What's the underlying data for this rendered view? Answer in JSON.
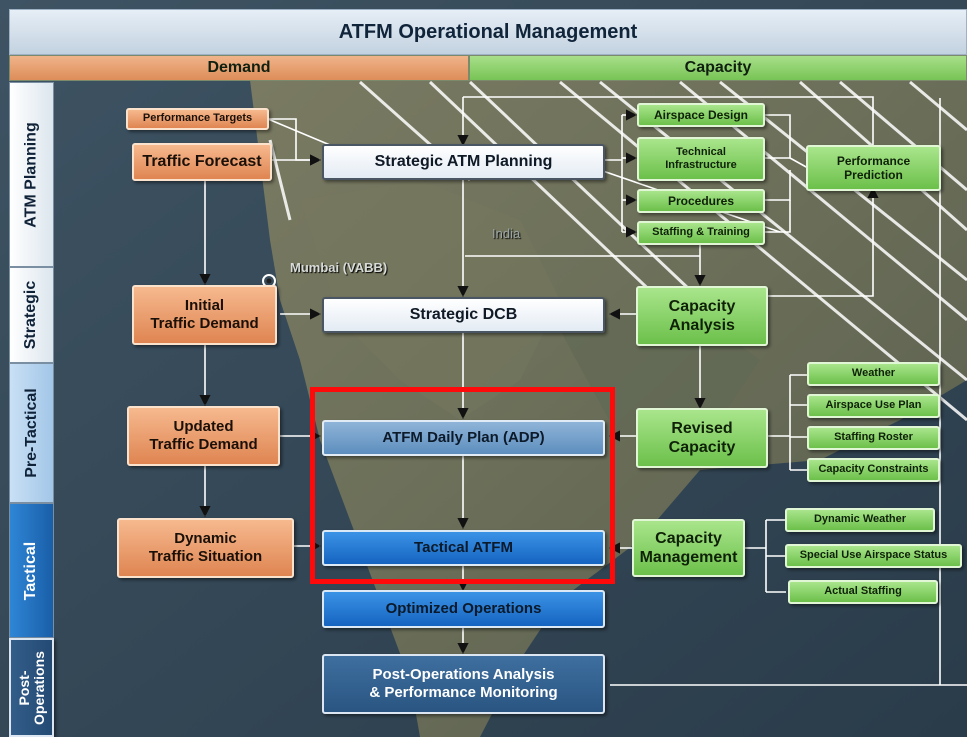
{
  "header": {
    "title": "ATFM Operational Management"
  },
  "columns": {
    "demand": "Demand",
    "capacity": "Capacity"
  },
  "phases": {
    "atm_planning": "ATM Planning",
    "strategic": "Strategic",
    "pre_tactical": "Pre-Tactical",
    "tactical": "Tactical",
    "post_line1": "Post-",
    "post_line2": "Operations"
  },
  "map": {
    "mumbai": "Mumbai (VABB)",
    "india": "India"
  },
  "demand": {
    "performance_targets": "Performance Targets",
    "traffic_forecast": "Traffic Forecast",
    "initial_l1": "Initial",
    "initial_l2": "Traffic Demand",
    "updated_l1": "Updated",
    "updated_l2": "Traffic Demand",
    "dynamic_l1": "Dynamic",
    "dynamic_l2": "Traffic Situation"
  },
  "center": {
    "strategic_atm": "Strategic ATM Planning",
    "strategic_dcb": "Strategic DCB",
    "adp": "ATFM Daily Plan (ADP)",
    "tactical": "Tactical ATFM",
    "optimized": "Optimized Operations",
    "post_l1": "Post-Operations Analysis",
    "post_l2": "& Performance Monitoring"
  },
  "capacity": {
    "airspace_design": "Airspace Design",
    "tech_l1": "Technical",
    "tech_l2": "Infrastructure",
    "procedures": "Procedures",
    "staffing_training": "Staffing & Training",
    "perf_l1": "Performance",
    "perf_l2": "Prediction",
    "analysis_l1": "Capacity",
    "analysis_l2": "Analysis",
    "revised_l1": "Revised",
    "revised_l2": "Capacity",
    "weather": "Weather",
    "airspace_use_plan": "Airspace Use Plan",
    "staffing_roster": "Staffing Roster",
    "capacity_constraints": "Capacity Constraints",
    "mgmt_l1": "Capacity",
    "mgmt_l2": "Management",
    "dynamic_weather": "Dynamic Weather",
    "special_use": "Special Use Airspace Status",
    "actual_staffing": "Actual Staffing"
  },
  "highlight": {
    "color": "#ff0a0a"
  }
}
